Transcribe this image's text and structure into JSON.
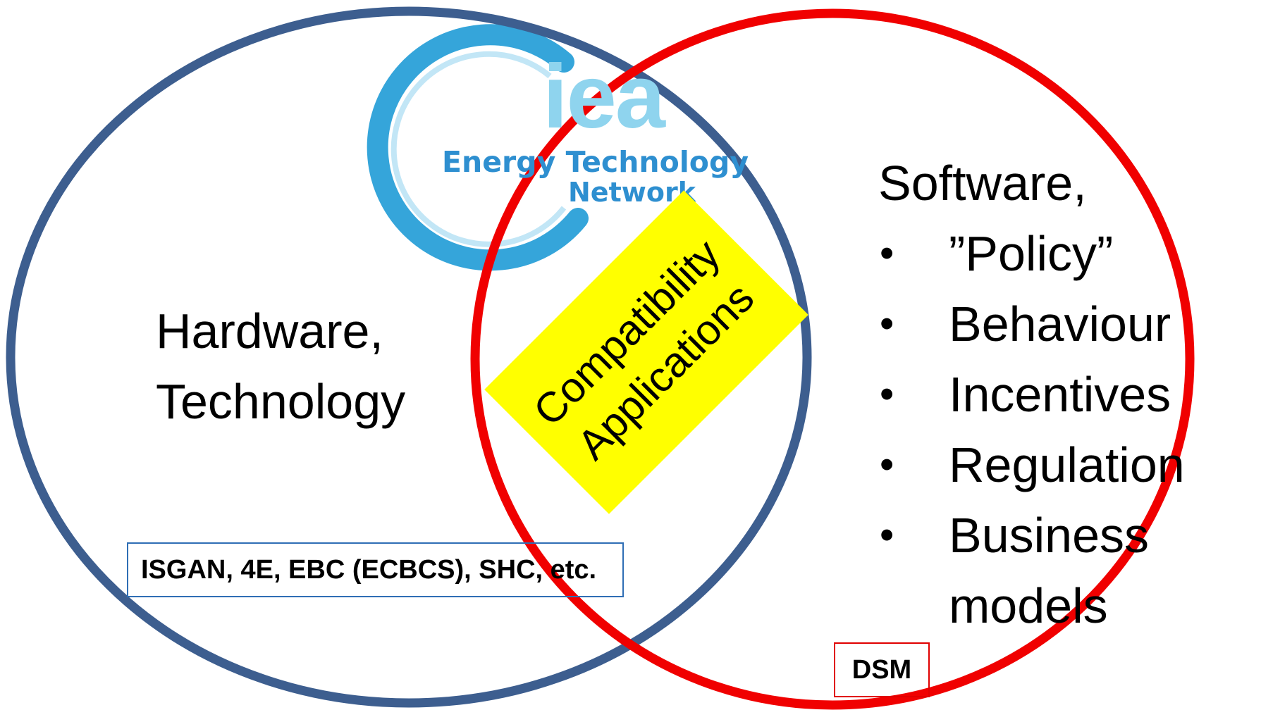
{
  "logo": {
    "wordmark": "iea",
    "line1": "Energy Technology",
    "line2": "Network"
  },
  "left_circle": {
    "line1": "Hardware,",
    "line2": "Technology",
    "color": "#3d5e8f"
  },
  "right_circle": {
    "title": "Software,",
    "bullets": [
      "”Policy”",
      "Behaviour",
      "Incentives",
      "Regulation",
      "Business",
      "models"
    ],
    "color": "#f00000"
  },
  "overlap": {
    "line1": "Compatibility",
    "line2": "Applications",
    "color": "#ffff00"
  },
  "labels": {
    "left_box": "ISGAN, 4E, EBC (ECBCS), SHC, etc.",
    "right_box": "DSM"
  }
}
